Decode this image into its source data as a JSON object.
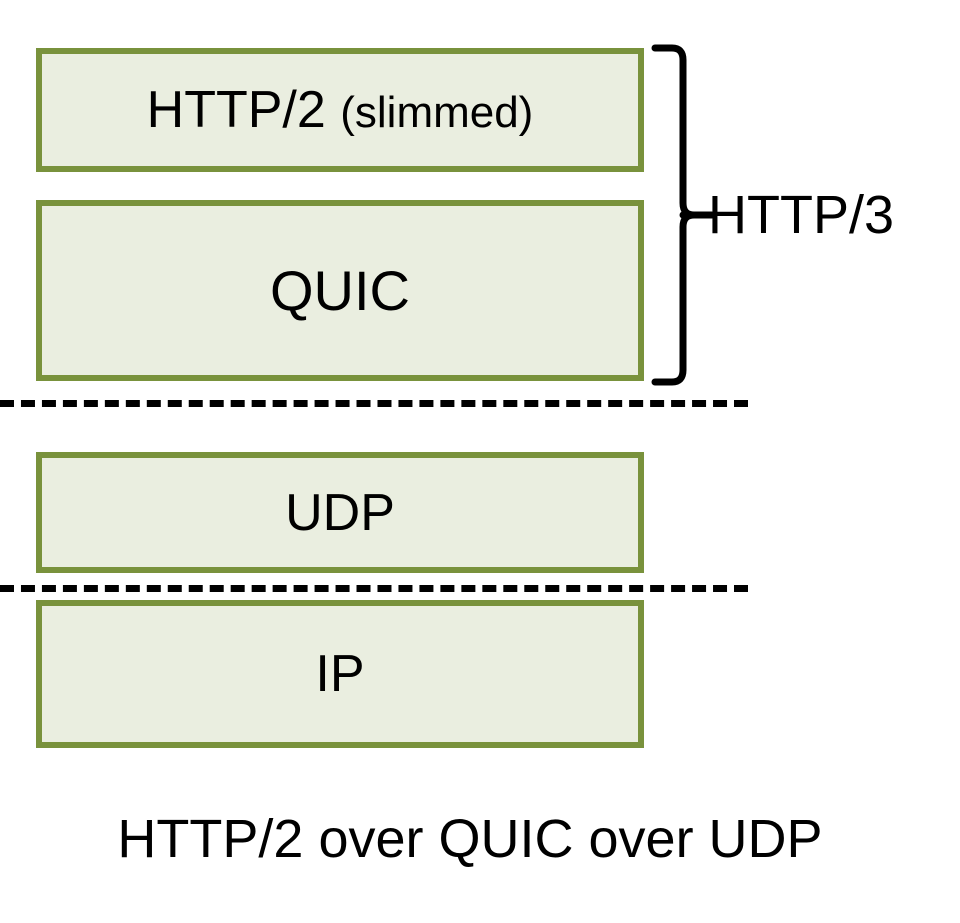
{
  "diagram": {
    "title_caption": "HTTP/2 over QUIC over UDP",
    "colors": {
      "box_border": "#79923c",
      "box_fill": "#eaeee0",
      "text": "#000000",
      "divider": "#000000",
      "background": "#ffffff"
    },
    "stack": [
      {
        "id": "http2",
        "label": "HTTP/2 ",
        "note": "(slimmed)"
      },
      {
        "id": "quic",
        "label": "QUIC",
        "note": ""
      },
      {
        "id": "udp",
        "label": "UDP",
        "note": ""
      },
      {
        "id": "ip",
        "label": "IP",
        "note": ""
      }
    ],
    "brace": {
      "label": "HTTP/3",
      "spans": [
        "http2",
        "quic"
      ]
    },
    "dividers": [
      {
        "id": "transport",
        "above": "quic",
        "below": "udp"
      },
      {
        "id": "network",
        "above": "udp",
        "below": "ip"
      }
    ]
  }
}
